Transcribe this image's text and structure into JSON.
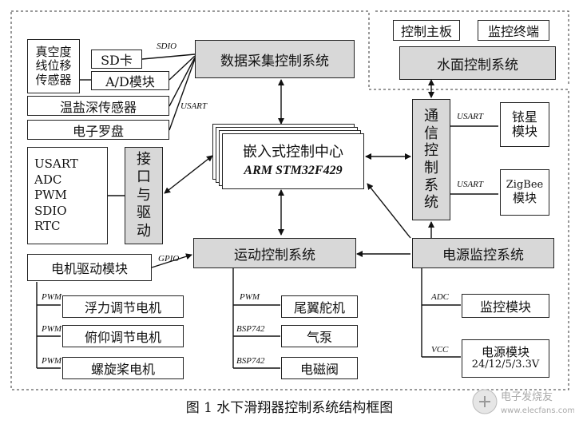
{
  "blocks": {
    "pressure_sensor": [
      "真空度",
      "线位移",
      "传感器"
    ],
    "sd_card": "SD卡",
    "ad_module": "A/D模块",
    "thermo_sensor": "温盐深传感器",
    "compass": "电子罗盘",
    "data_acq": "数据采集控制系统",
    "control_board": "控制主板",
    "monitor_terminal": "监控终端",
    "surface_ctrl": "水面控制系统",
    "interface_list": [
      "USART",
      "ADC",
      "PWM",
      "SDIO",
      "RTC"
    ],
    "interface_drive": [
      "接",
      "口",
      "与",
      "驱",
      "动"
    ],
    "embedded_title": "嵌入式控制中心",
    "embedded_sub": "ARM   STM32F429",
    "comm_sys": [
      "通",
      "信",
      "控",
      "制",
      "系",
      "统"
    ],
    "beidou": [
      "铱星",
      "模块"
    ],
    "zigbee": [
      "ZigBee",
      "模块"
    ],
    "motor_drive": "电机驱动模块",
    "motion_ctrl": "运动控制系统",
    "power_monitor": "电源监控系统",
    "buoyancy_motor": "浮力调节电机",
    "pitch_motor": "俯仰调节电机",
    "propeller_motor": "螺旋桨电机",
    "tail_rudder": "尾翼舵机",
    "air_pump": "气泵",
    "solenoid": "电磁阀",
    "monitor_module": "监控模块",
    "power_module": [
      "电源模块",
      "24/12/5/3.3V"
    ]
  },
  "links": {
    "sdio": "SDIO",
    "usart_left": "USART",
    "gpio": "GPIO",
    "pwm1": "PWM",
    "pwm2": "PWM",
    "pwm3": "PWM",
    "pwm_tail": "PWM",
    "bsp1": "BSP742",
    "bsp2": "BSP742",
    "usart_r1": "USART",
    "usart_r2": "USART",
    "adc": "ADC",
    "vcc": "VCC"
  },
  "caption": "图 1   水下滑翔器控制系统结构框图",
  "watermark": "电子发烧友 www.elecfans.com"
}
